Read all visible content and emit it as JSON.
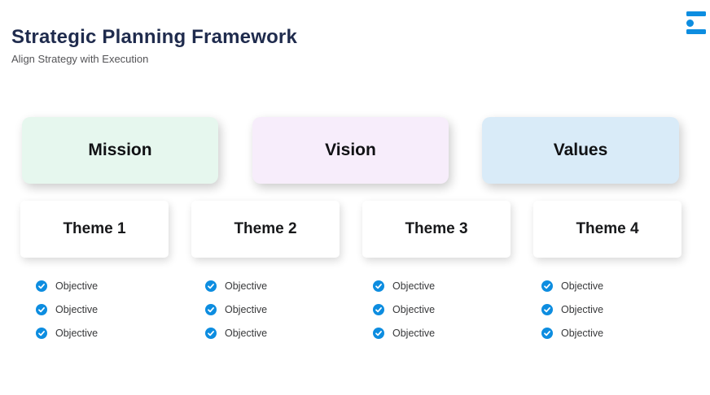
{
  "header": {
    "title": "Strategic Planning Framework",
    "subtitle": "Align Strategy with Execution"
  },
  "logo": {
    "icon": "brand-e-logo-icon"
  },
  "colors": {
    "brand_blue": "#0d8de0",
    "title_navy": "#1f2b4d",
    "mission_bg": "#e6f7ee",
    "vision_bg": "#f7edfb",
    "values_bg": "#d9ebf8",
    "card_bg": "#ffffff"
  },
  "pillars": [
    {
      "label": "Mission",
      "bg": "#e6f7ee"
    },
    {
      "label": "Vision",
      "bg": "#f7edfb"
    },
    {
      "label": "Values",
      "bg": "#d9ebf8"
    }
  ],
  "themes": [
    {
      "label": "Theme 1",
      "objectives": [
        "Objective",
        "Objective",
        "Objective"
      ]
    },
    {
      "label": "Theme 2",
      "objectives": [
        "Objective",
        "Objective",
        "Objective"
      ]
    },
    {
      "label": "Theme 3",
      "objectives": [
        "Objective",
        "Objective",
        "Objective"
      ]
    },
    {
      "label": "Theme 4",
      "objectives": [
        "Objective",
        "Objective",
        "Objective"
      ]
    }
  ],
  "objective_icon": "check-circle-icon"
}
